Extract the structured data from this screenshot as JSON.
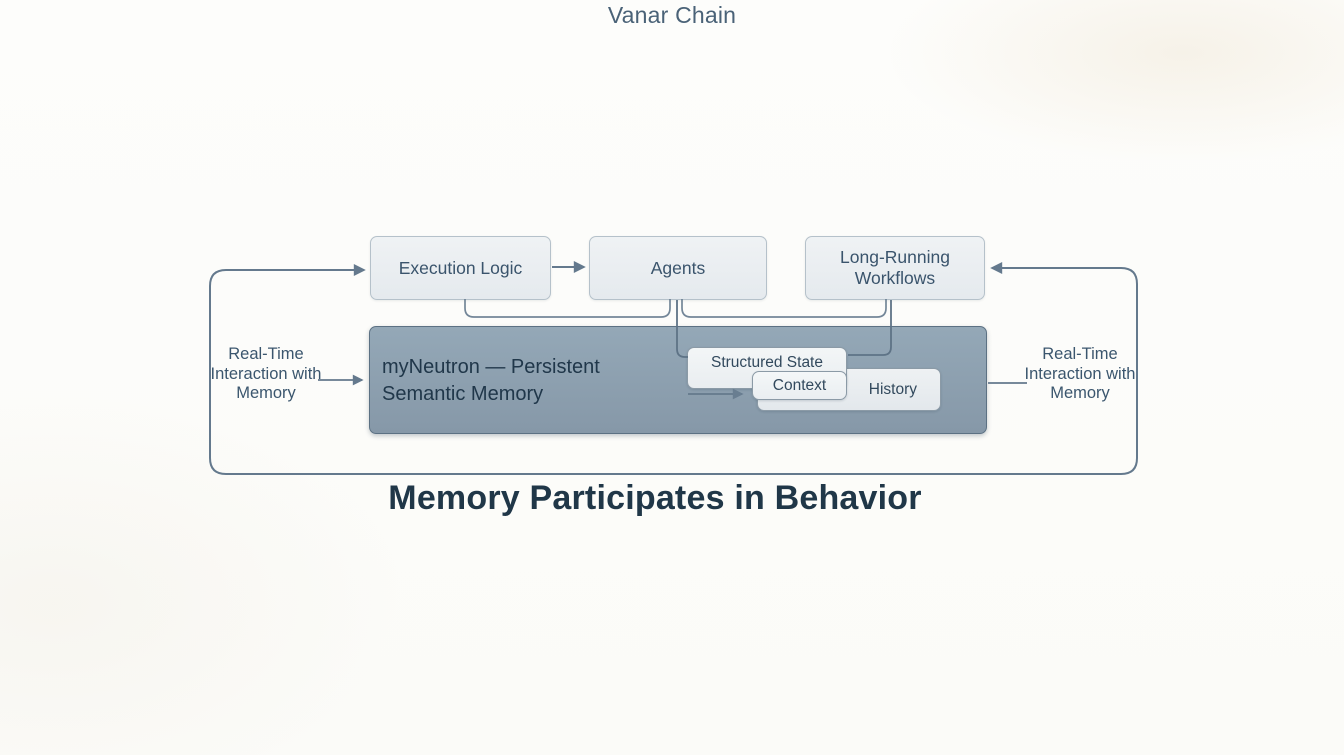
{
  "page": {
    "top_title": "Vanar Chain",
    "bottom_title": "Memory Participates in Behavior"
  },
  "diagram": {
    "nodes": {
      "execution_logic": {
        "label": "Execution Logic"
      },
      "agents": {
        "label": "Agents"
      },
      "long_running_workflows": {
        "label": "Long-Running Workflows"
      },
      "memory": {
        "label": "myNeutron — Persistent Semantic Memory"
      },
      "structured_state": {
        "label": "Structured State"
      },
      "context": {
        "label": "Context"
      },
      "history": {
        "label": "History"
      }
    },
    "edge_labels": {
      "left": "Real-Time Interaction with Memory",
      "right": "Real-Time Interaction with Memory"
    },
    "colors": {
      "connector": "#64798d",
      "node_fill": "#ecf0f2",
      "node_border": "#b5c1ca",
      "node_text": "#3a546c",
      "memory_fill": "#8da1b1",
      "memory_border": "#5c7183",
      "memory_text": "#20374a",
      "inner_box_fill": "#f1f4f5",
      "inner_box_border": "#8b9aa6",
      "bottom_title_text": "#203748",
      "top_title_text": "#4a6277"
    }
  }
}
